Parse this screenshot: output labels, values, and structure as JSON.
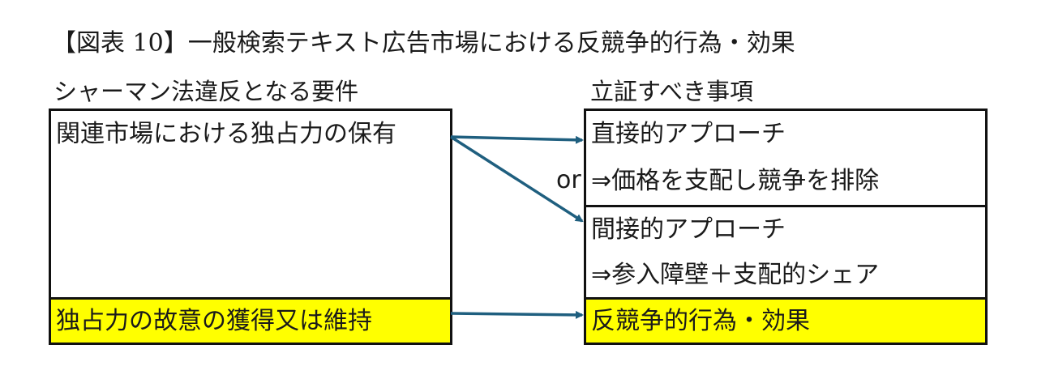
{
  "title": "【図表 10】一般検索テキスト広告市場における反競争的行為・効果",
  "left_header": "シャーマン法違反となる要件",
  "right_header": "立証すべき事項",
  "left_items": [
    "関連市場における独占力の保有",
    "独占力の故意の獲得又は維持"
  ],
  "right_items": [
    "直接的アプローチ",
    "⇒価格を支配し競争を排除",
    "間接的アプローチ",
    "⇒参入障壁＋支配的シェア",
    "反競争的行為・効果"
  ],
  "or_label": "or",
  "colors": {
    "highlight": "#ffff00",
    "arrow": "#1f5f7f",
    "border": "#111111"
  }
}
